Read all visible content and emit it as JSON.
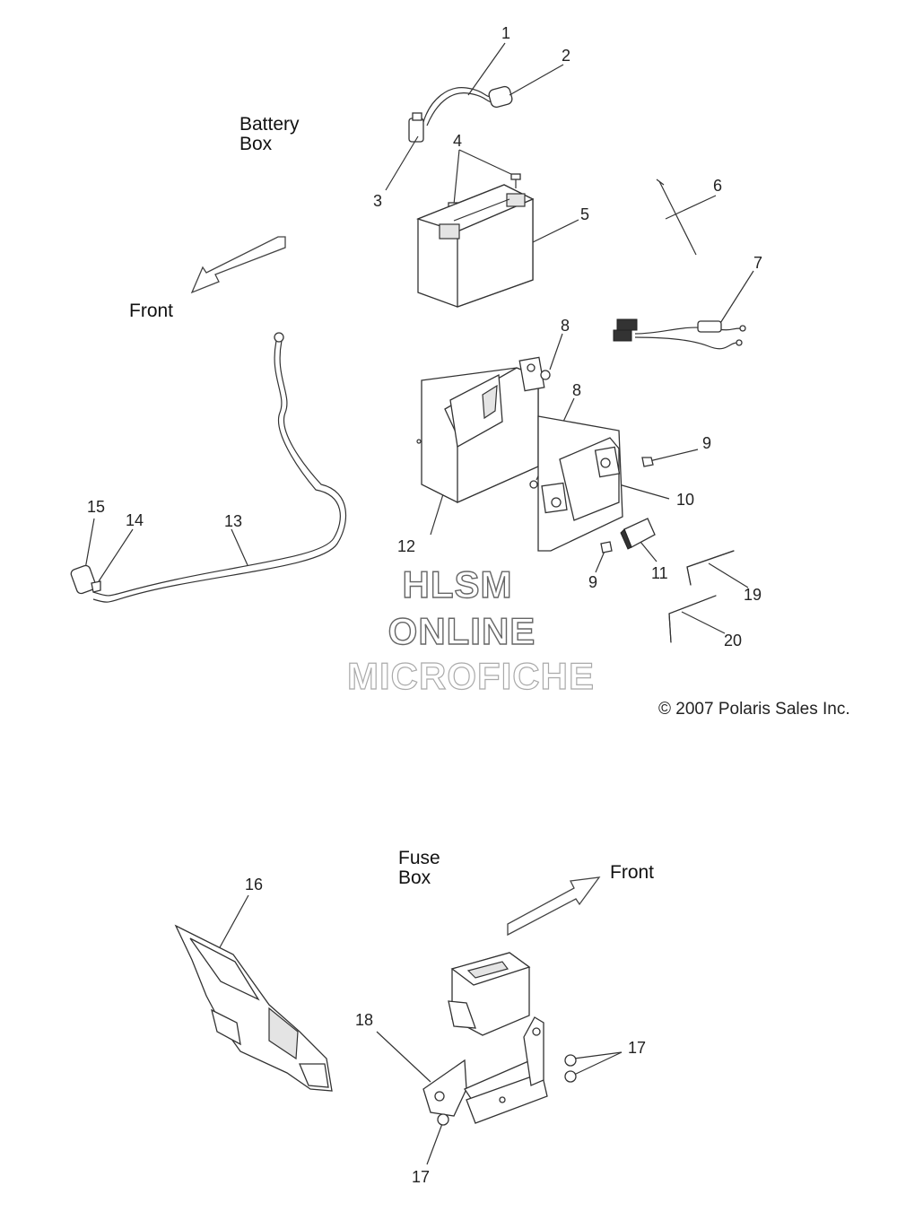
{
  "sections": {
    "battery_box": "Battery\nBox",
    "fuse_box": "Fuse\nBox"
  },
  "arrows": {
    "front_top": "Front",
    "front_bottom": "Front"
  },
  "watermark": {
    "line1": "HLSM",
    "line2": "ONLINE",
    "line3": "MICROFICHE"
  },
  "copyright": "© 2007 Polaris Sales Inc.",
  "callouts": {
    "c1": "1",
    "c2": "2",
    "c3": "3",
    "c4": "4",
    "c5": "5",
    "c6": "6",
    "c7": "7",
    "c8a": "8",
    "c8b": "8",
    "c9a": "9",
    "c9b": "9",
    "c10": "10",
    "c11": "11",
    "c12": "12",
    "c13": "13",
    "c14": "14",
    "c15": "15",
    "c16": "16",
    "c17a": "17",
    "c17b": "17",
    "c18": "18",
    "c19": "19",
    "c20": "20"
  }
}
